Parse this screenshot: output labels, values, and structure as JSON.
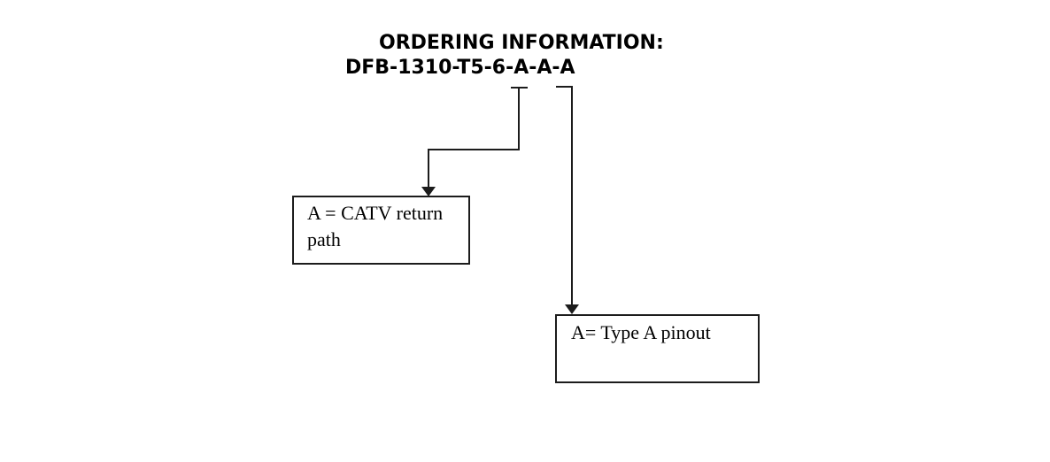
{
  "diagram": {
    "title": "ORDERING INFORMATION:",
    "part_number": "DFB-1310-T5-6-A-A-A",
    "callouts": [
      {
        "lines": [
          "A = CATV return",
          "path"
        ]
      },
      {
        "lines": [
          "A= Type A pinout"
        ]
      }
    ],
    "colors": {
      "text": "#000000",
      "line": "#1c1c1c",
      "background": "#ffffff"
    }
  }
}
